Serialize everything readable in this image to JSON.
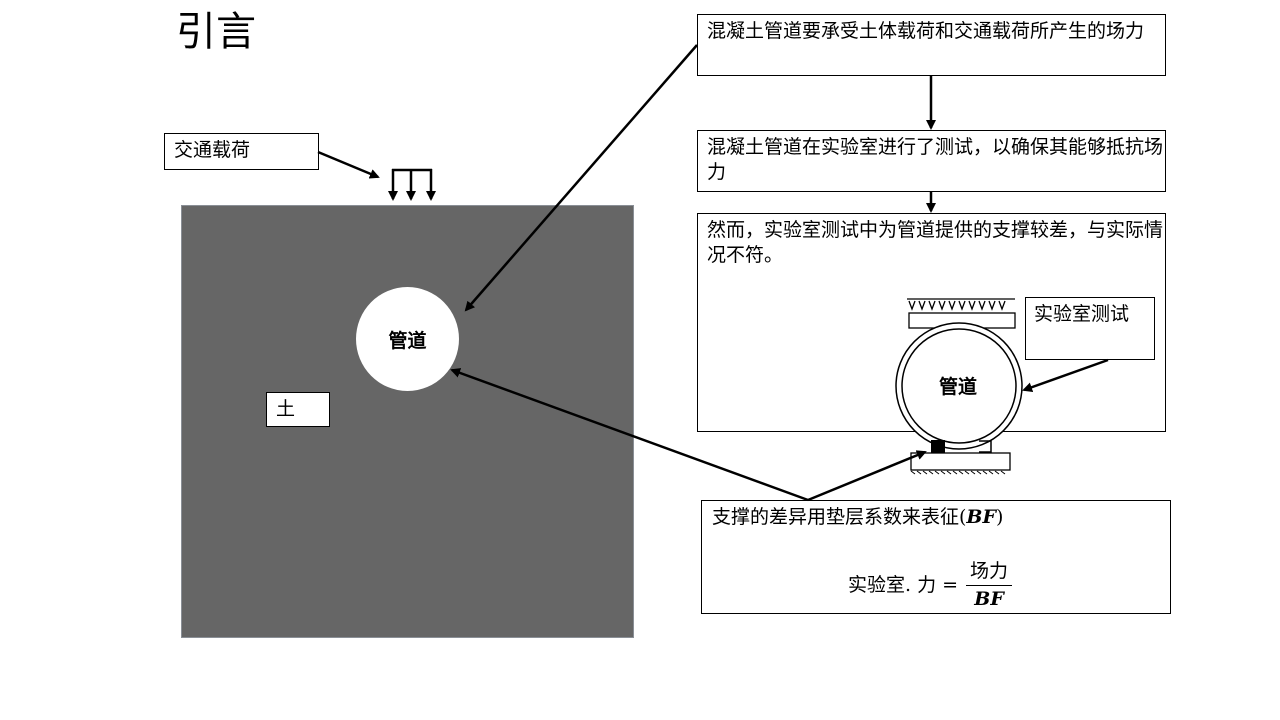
{
  "slide": {
    "title": "引言",
    "traffic_load_label": "交通载荷",
    "soil_label": "土",
    "pipe_label": "管道",
    "box1_text": "混凝土管道要承受土体载荷和交通载荷所产生的场力",
    "box2_text": "混凝土管道在实验室进行了测试，以确保其能够抵抗场力",
    "box3_text": "然而，实验室测试中为管道提供的支撑较差，与实际情况不符。",
    "lab_test_label": "实验室测试",
    "lab_pipe_label": "管道",
    "box4_text": "支撑的差异用垫层系数来表征(",
    "box4_bf": "BF",
    "box4_close": ")",
    "formula_lhs": "实验室. 力 =",
    "formula_numerator": "场力",
    "formula_denominator": "BF"
  },
  "colors": {
    "soil": "#666666",
    "background": "#ffffff",
    "line": "#000000"
  }
}
